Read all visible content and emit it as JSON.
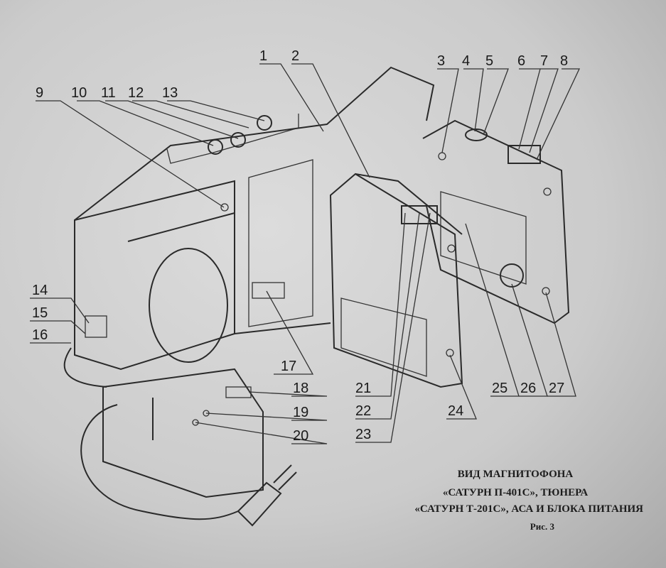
{
  "labels": [
    "1",
    "2",
    "3",
    "4",
    "5",
    "6",
    "7",
    "8",
    "9",
    "10",
    "11",
    "12",
    "13",
    "14",
    "15",
    "16",
    "17",
    "18",
    "19",
    "20",
    "21",
    "22",
    "23",
    "24",
    "25",
    "26",
    "27"
  ],
  "caption": {
    "line1": "ВИД МАГНИТОФОНА",
    "line2": "«САТУРН П-401С», ТЮНЕРА",
    "line3": "«САТУРН Т-201С», АСА И БЛОКА ПИТАНИЯ",
    "figure": "Рис. 3"
  }
}
